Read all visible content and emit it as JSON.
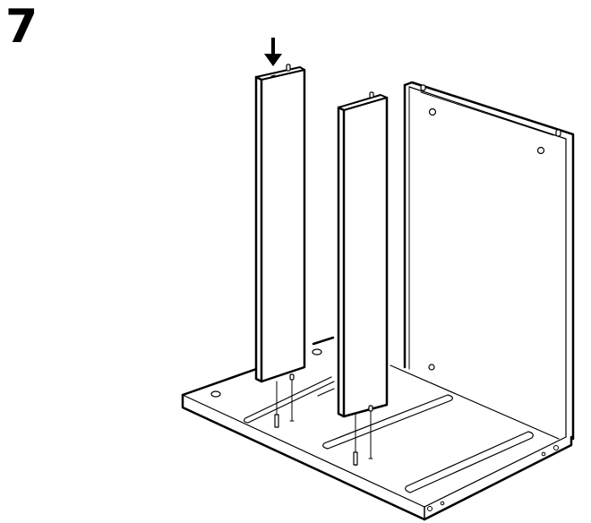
{
  "step": {
    "number": "7"
  },
  "illustration": {
    "description": "Two vertical side panels being inserted with dowels into a base board, with a back panel already attached",
    "parts": [
      "base-board",
      "left-panel",
      "middle-panel",
      "back-panel",
      "dowels",
      "press-down-arrow"
    ],
    "colors": {
      "line": "#000000",
      "fill": "#ffffff"
    }
  }
}
